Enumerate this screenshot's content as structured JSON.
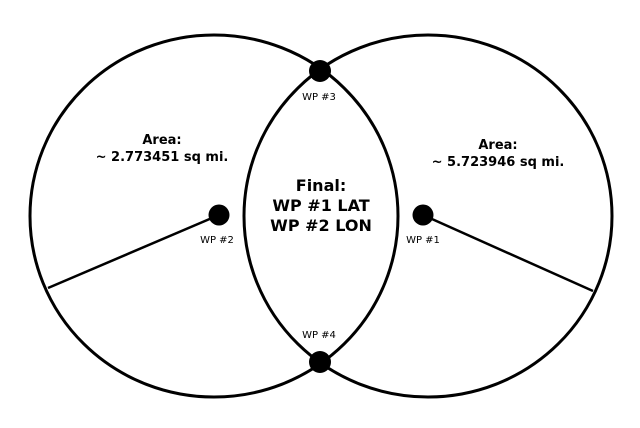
{
  "left_region": {
    "area_label": "Area:",
    "area_value": "~ 2.773451 sq mi."
  },
  "right_region": {
    "area_label": "Area:",
    "area_value": "~ 5.723946 sq mi."
  },
  "final": {
    "title": "Final:",
    "line1": "WP #1 LAT",
    "line2": "WP #2 LON"
  },
  "waypoints": {
    "wp1": "WP #1",
    "wp2": "WP #2",
    "wp3": "WP #3",
    "wp4": "WP #4"
  },
  "colors": {
    "stroke": "#000000",
    "background": "#ffffff"
  }
}
